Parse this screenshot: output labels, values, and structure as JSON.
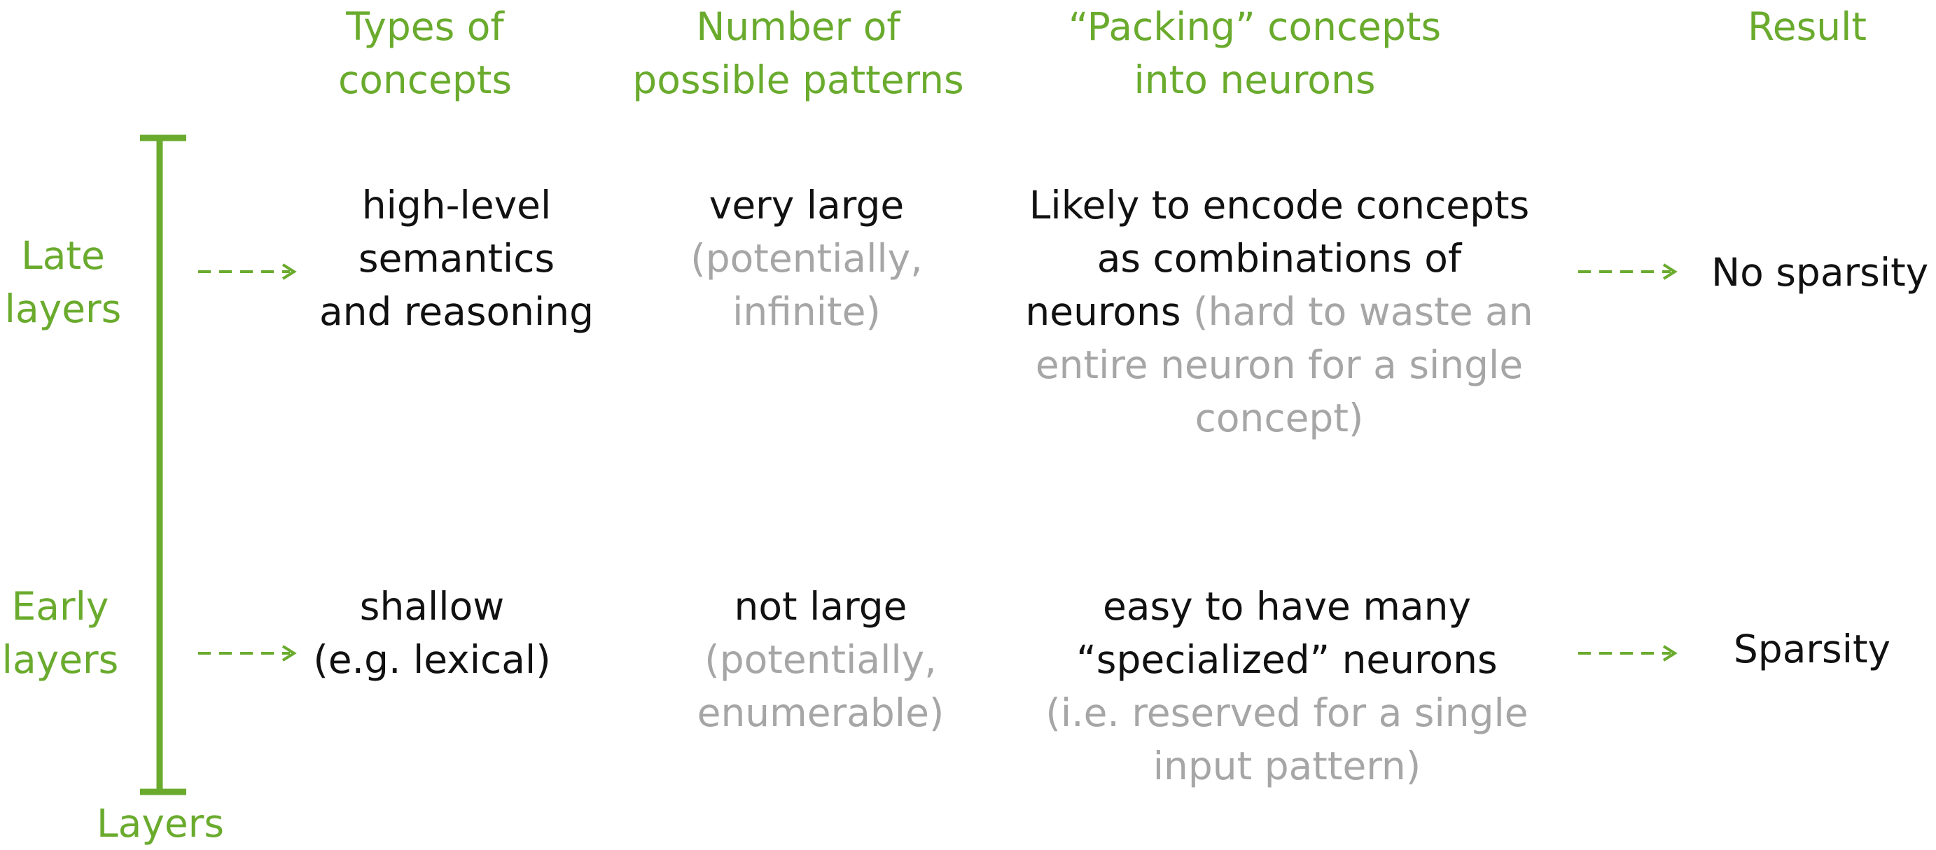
{
  "headers": {
    "types": [
      "Types of",
      "concepts"
    ],
    "number": [
      "Number of",
      "possible patterns"
    ],
    "packing": [
      "“Packing” concepts",
      "into neurons"
    ],
    "result": "Result"
  },
  "axis": {
    "late": [
      "Late",
      "layers"
    ],
    "early": [
      "Early",
      "layers"
    ],
    "bottom": "Layers"
  },
  "late_row": {
    "types": [
      "high-level",
      "semantics",
      "and reasoning"
    ],
    "number_main": "very large",
    "number_note": [
      "(potentially,",
      "infinite)"
    ],
    "packing_main_1": "Likely to encode concepts",
    "packing_main_2": "as combinations of",
    "packing_main_3": "neurons",
    "packing_note_1": " (hard to waste an",
    "packing_note_2": "entire neuron for a single",
    "packing_note_3": "concept)",
    "result": "No sparsity"
  },
  "early_row": {
    "types": [
      "shallow",
      "(e.g. lexical)"
    ],
    "number_main": "not large",
    "number_note": [
      "(potentially,",
      "enumerable)"
    ],
    "packing_main": [
      "easy to have many",
      "“specialized” neurons"
    ],
    "packing_note": [
      "(i.e. reserved for a single",
      "input pattern)"
    ],
    "result": "Sparsity"
  },
  "colors": {
    "accent": "#6aab2e",
    "text": "#111111",
    "muted": "#a6a6a6"
  }
}
